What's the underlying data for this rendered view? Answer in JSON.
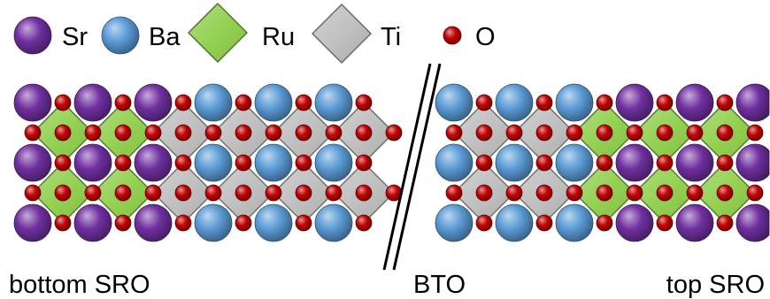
{
  "legend": [
    {
      "label": "Sr",
      "color": "#7030a0"
    },
    {
      "label": "Ba",
      "color": "#5b9bd5"
    },
    {
      "label": "Ru",
      "color": "#92d050"
    },
    {
      "label": "Ti",
      "color": "#bfbfbf"
    },
    {
      "label": "O",
      "color": "#c00000"
    }
  ],
  "structure": {
    "oxygen": 4,
    "left": {
      "a_sites": [
        0,
        0,
        0,
        1,
        1,
        1
      ],
      "b_sites": [
        2,
        2,
        3,
        3,
        3,
        3
      ]
    },
    "right": {
      "a_sites": [
        1,
        1,
        1,
        0,
        0,
        0
      ],
      "b_sites": [
        3,
        3,
        2,
        2,
        2
      ]
    }
  },
  "labels": {
    "left": "bottom SRO",
    "middle": "BTO",
    "right": "top SRO"
  }
}
